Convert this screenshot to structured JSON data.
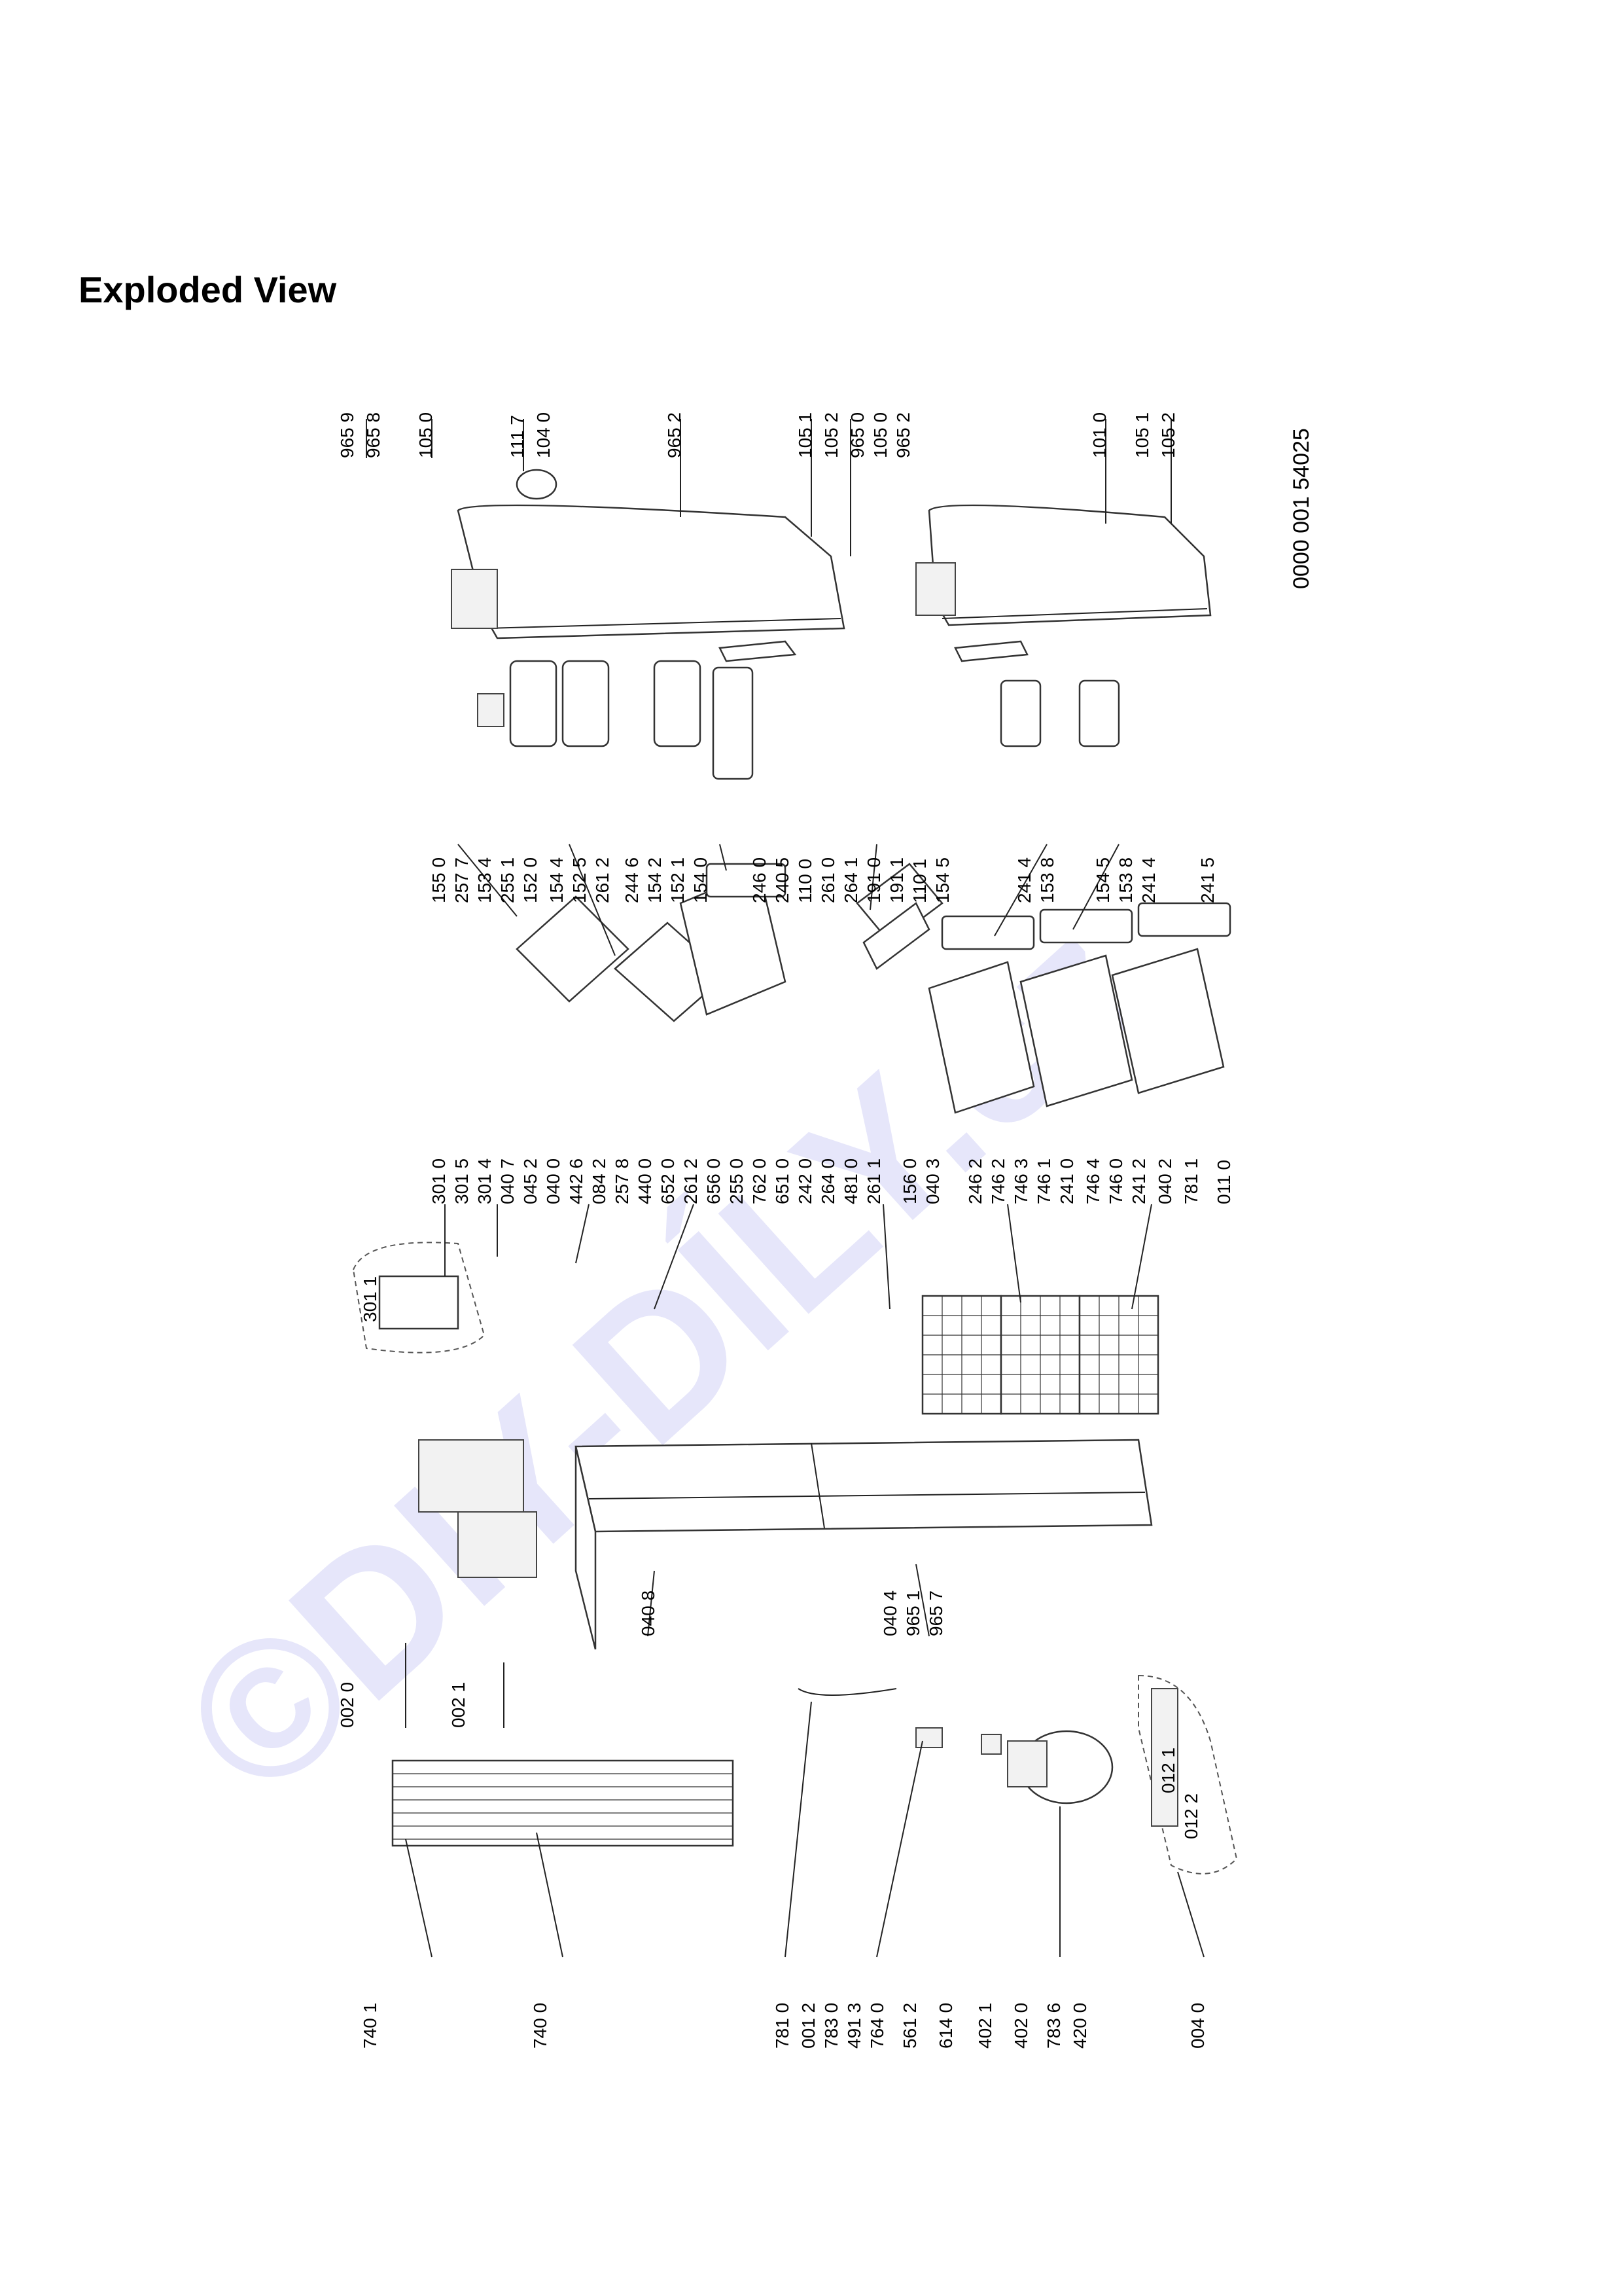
{
  "title": "Exploded View",
  "document_code": "0000 001 54025",
  "watermark": "©DIY-DÍLY.cz",
  "labels": {
    "g1": [
      "965 9",
      "965 8",
      "105 0",
      "111 7",
      "104 0",
      "965 2",
      "105 1",
      "105 2",
      "965 0",
      "105 0",
      "965 2",
      "101 0",
      "105 1",
      "105 2"
    ],
    "g2": [
      "155 0",
      "257 7",
      "153 4",
      "255 1",
      "152 0",
      "154 4",
      "152 5",
      "261 2",
      "244 6",
      "154 2",
      "152 1",
      "154 0",
      "246 0",
      "240 5",
      "110 0",
      "261 0",
      "264 1",
      "191 0",
      "191 1",
      "110 1",
      "154 5",
      "241 4",
      "153 8",
      "154 5",
      "153 8",
      "241 4",
      "241 5"
    ],
    "g3": [
      "301 0",
      "301 5",
      "301 4",
      "040 7",
      "045 2",
      "040 0",
      "442 6",
      "084 2",
      "257 8",
      "440 0",
      "652 0",
      "261 2",
      "656 0",
      "255 0",
      "762 0",
      "651 0",
      "242 0",
      "264 0",
      "481 0",
      "261 1",
      "156 0",
      "040 3",
      "246 2",
      "746 2",
      "746 3",
      "746 1",
      "241 0",
      "746 4",
      "746 0",
      "241 2",
      "040 2",
      "781 1",
      "011 0"
    ],
    "g4": [
      "301 1",
      "002 0",
      "002 1",
      "040 8",
      "040 4",
      "965 1",
      "965 7",
      "012 1",
      "012 2"
    ],
    "g5": [
      "740 1",
      "740 0",
      "781 0",
      "001 2",
      "783 0",
      "491 3",
      "764 0",
      "561 2",
      "614 0",
      "402 1",
      "402 0",
      "783 6",
      "420 0",
      "004 0"
    ]
  }
}
